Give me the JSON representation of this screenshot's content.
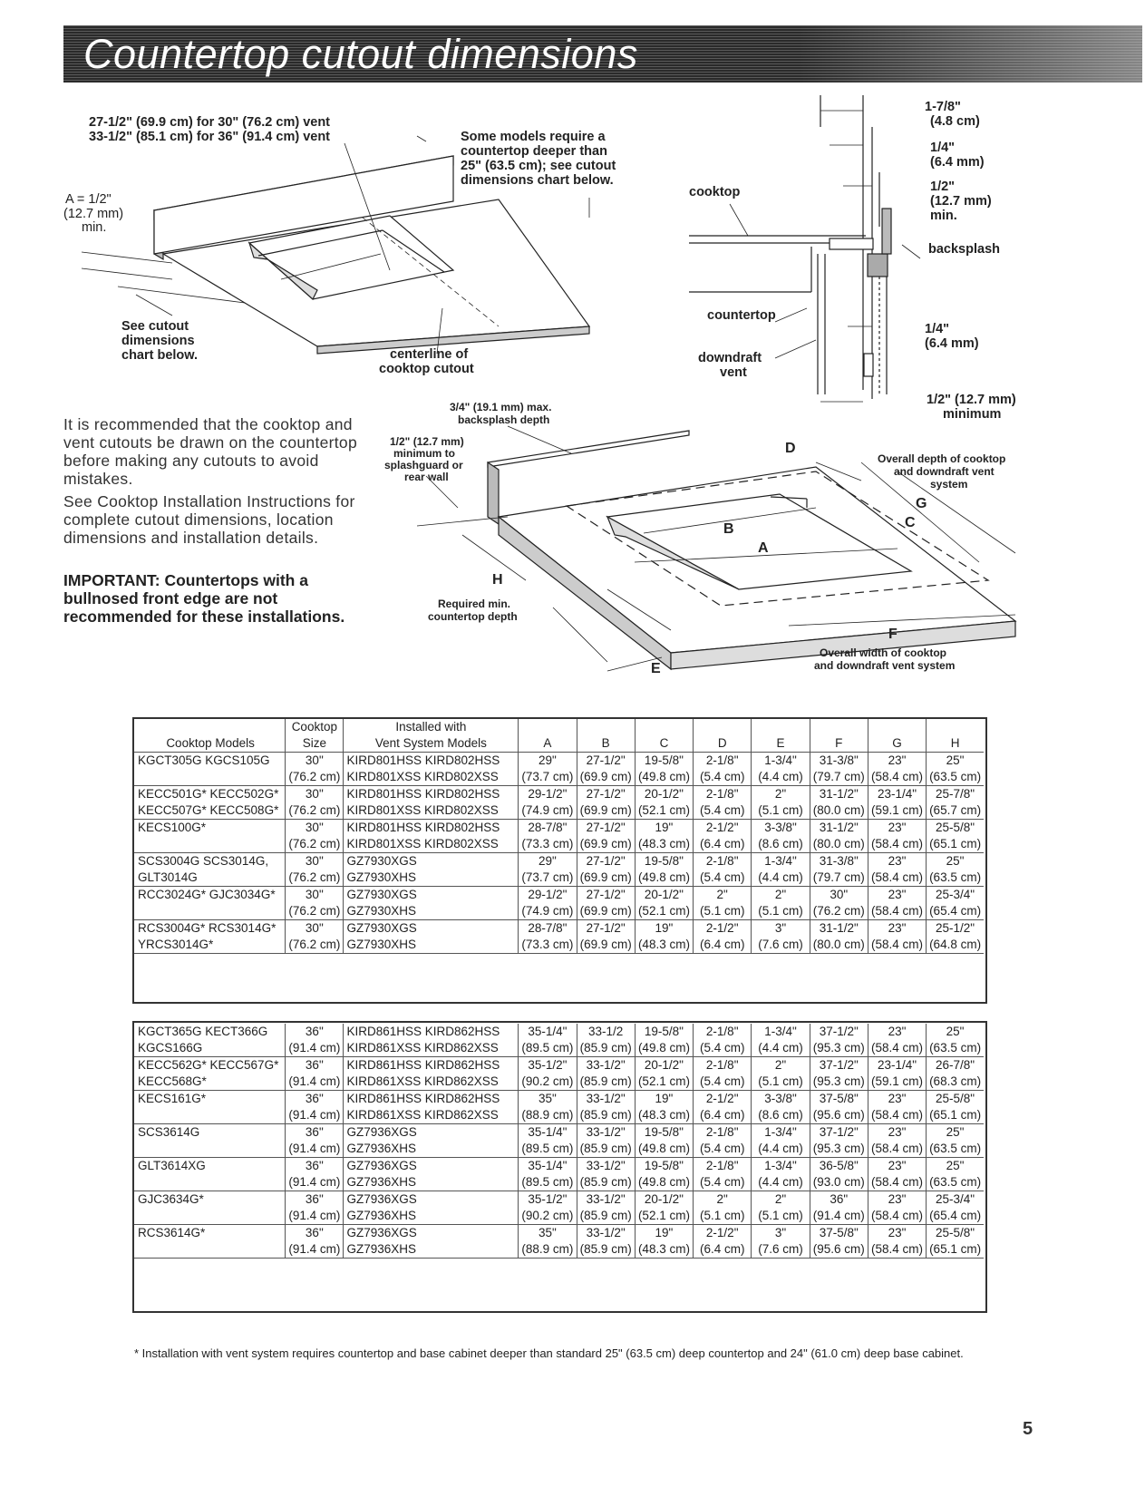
{
  "header": {
    "title": "Countertop cutout dimensions"
  },
  "diagram1": {
    "vent_note_1": "27-1/2\" (69.9 cm) for 30\" (76.2 cm) vent",
    "vent_note_2": "33-1/2\" (85.1 cm) for 36\" (91.4 cm) vent",
    "a_1": "A = 1/2\"",
    "a_2": "(12.7 mm)",
    "a_3": "min.",
    "deep_1": "Some models require a",
    "deep_2": "countertop deeper than",
    "deep_3": "25\" (63.5 cm); see cutout",
    "deep_4": "dimensions chart below.",
    "see_1": "See cutout",
    "see_2": "dimensions",
    "see_3": "chart below.",
    "center_1": "centerline of",
    "center_2": "cooktop cutout"
  },
  "diagram2": {
    "d1_1": "1-7/8\"",
    "d1_2": "(4.8 cm)",
    "d2_1": "1/4\"",
    "d2_2": "(6.4 mm)",
    "d3_1": "1/2\"",
    "d3_2": "(12.7 mm)",
    "d3_3": "min.",
    "cooktop": "cooktop",
    "backsplash": "backsplash",
    "countertop": "countertop",
    "d4_1": "1/4\"",
    "d4_2": "(6.4 mm)",
    "vent_1": "downdraft",
    "vent_2": "vent",
    "d5_1": "1/2\" (12.7 mm)",
    "d5_2": "minimum"
  },
  "text": {
    "recommend": "It is recommended that the cooktop and vent cutouts be drawn on the countertop before making any cutouts to avoid mistakes.",
    "see_instructions": "See Cooktop Installation Instructions for complete cutout dimensions, location dimensions and installation details.",
    "important": "IMPORTANT: Countertops with a bullnosed front edge are not recommended for these installations."
  },
  "diagram3": {
    "bs_1": "3/4\" (19.1 mm) max.",
    "bs_2": "backsplash depth",
    "rear_1": "1/2\" (12.7 mm)",
    "rear_2": "minimum to",
    "rear_3": "splashguard or",
    "rear_4": "rear wall",
    "d": "D",
    "overall_depth_1": "Overall depth of cooktop",
    "overall_depth_2": "and downdraft vent",
    "overall_depth_3": "system",
    "g": "G",
    "c": "C",
    "b": "B",
    "a": "A",
    "h": "H",
    "req_1": "Required min.",
    "req_2": "countertop depth",
    "f": "F",
    "overall_width_1": "Overall width of cooktop",
    "overall_width_2": "and downdraft vent system",
    "e": "E"
  },
  "table": {
    "headers": {
      "models": "Cooktop Models",
      "size_1": "Cooktop",
      "size_2": "Size",
      "inst_1": "Installed with",
      "inst_2": "Vent System Models",
      "cols": [
        "A",
        "B",
        "C",
        "D",
        "E",
        "F",
        "G",
        "H"
      ]
    },
    "group1": [
      {
        "m1": "KGCT305G   KGCS105G",
        "m2": "",
        "s1": "30\"",
        "s2": "(76.2 cm)",
        "v1": "KIRD801HSS   KIRD802HSS",
        "v2": "KIRD801XSS   KIRD802XSS",
        "in": [
          "29\"",
          "27-1/2\"",
          "19-5/8\"",
          "2-1/8\"",
          "1-3/4\"",
          "31-3/8\"",
          "23\"",
          "25\""
        ],
        "cm": [
          "(73.7 cm)",
          "(69.9 cm)",
          "(49.8 cm)",
          "(5.4 cm)",
          "(4.4 cm)",
          "(79.7 cm)",
          "(58.4 cm)",
          "(63.5 cm)"
        ]
      },
      {
        "m1": "KECC501G*  KECC502G*",
        "m2": "KECC507G*  KECC508G*",
        "s1": "30\"",
        "s2": "(76.2 cm)",
        "v1": "KIRD801HSS   KIRD802HSS",
        "v2": "KIRD801XSS   KIRD802XSS",
        "in": [
          "29-1/2\"",
          "27-1/2\"",
          "20-1/2\"",
          "2-1/8\"",
          "2\"",
          "31-1/2\"",
          "23-1/4\"",
          "25-7/8\""
        ],
        "cm": [
          "(74.9 cm)",
          "(69.9 cm)",
          "(52.1 cm)",
          "(5.4 cm)",
          "(5.1 cm)",
          "(80.0 cm)",
          "(59.1 cm)",
          "(65.7 cm)"
        ]
      },
      {
        "m1": "KECS100G*",
        "m2": "",
        "s1": "30\"",
        "s2": "(76.2 cm)",
        "v1": "KIRD801HSS   KIRD802HSS",
        "v2": "KIRD801XSS   KIRD802XSS",
        "in": [
          "28-7/8\"",
          "27-1/2\"",
          "19\"",
          "2-1/2\"",
          "3-3/8\"",
          "31-1/2\"",
          "23\"",
          "25-5/8\""
        ],
        "cm": [
          "(73.3 cm)",
          "(69.9 cm)",
          "(48.3 cm)",
          "(6.4 cm)",
          "(8.6 cm)",
          "(80.0 cm)",
          "(58.4 cm)",
          "(65.1 cm)"
        ]
      },
      {
        "m1": "SCS3004G   SCS3014G,",
        "m2": "GLT3014G",
        "s1": "30\"",
        "s2": "(76.2 cm)",
        "v1": "GZ7930XGS",
        "v2": "GZ7930XHS",
        "in": [
          "29\"",
          "27-1/2\"",
          "19-5/8\"",
          "2-1/8\"",
          "1-3/4\"",
          "31-3/8\"",
          "23\"",
          "25\""
        ],
        "cm": [
          "(73.7 cm)",
          "(69.9 cm)",
          "(49.8 cm)",
          "(5.4 cm)",
          "(4.4 cm)",
          "(79.7 cm)",
          "(58.4 cm)",
          "(63.5 cm)"
        ]
      },
      {
        "m1": "RCC3024G*  GJC3034G*",
        "m2": "",
        "s1": "30\"",
        "s2": "(76.2 cm)",
        "v1": "GZ7930XGS",
        "v2": "GZ7930XHS",
        "in": [
          "29-1/2\"",
          "27-1/2\"",
          "20-1/2\"",
          "2\"",
          "2\"",
          "30\"",
          "23\"",
          "25-3/4\""
        ],
        "cm": [
          "(74.9 cm)",
          "(69.9 cm)",
          "(52.1 cm)",
          "(5.1 cm)",
          "(5.1 cm)",
          "(76.2 cm)",
          "(58.4 cm)",
          "(65.4 cm)"
        ]
      },
      {
        "m1": "RCS3004G*  RCS3014G*",
        "m2": "YRCS3014G*",
        "s1": "30\"",
        "s2": "(76.2 cm)",
        "v1": "GZ7930XGS",
        "v2": "GZ7930XHS",
        "in": [
          "28-7/8\"",
          "27-1/2\"",
          "19\"",
          "2-1/2\"",
          "3\"",
          "31-1/2\"",
          "23\"",
          "25-1/2\""
        ],
        "cm": [
          "(73.3 cm)",
          "(69.9 cm)",
          "(48.3 cm)",
          "(6.4 cm)",
          "(7.6 cm)",
          "(80.0 cm)",
          "(58.4 cm)",
          "(64.8 cm)"
        ]
      }
    ],
    "group2": [
      {
        "m1": "KGCT365G   KECT366G",
        "m2": "KGCS166G",
        "s1": "36\"",
        "s2": "(91.4 cm)",
        "v1": "KIRD861HSS   KIRD862HSS",
        "v2": "KIRD861XSS   KIRD862XSS",
        "in": [
          "35-1/4\"",
          "33-1/2",
          "19-5/8\"",
          "2-1/8\"",
          "1-3/4\"",
          "37-1/2\"",
          "23\"",
          "25\""
        ],
        "cm": [
          "(89.5 cm)",
          "(85.9 cm)",
          "(49.8 cm)",
          "(5.4 cm)",
          "(4.4 cm)",
          "(95.3 cm)",
          "(58.4 cm)",
          "(63.5 cm)"
        ]
      },
      {
        "m1": "KECC562G*  KECC567G*",
        "m2": "KECC568G*",
        "s1": "36\"",
        "s2": "(91.4 cm)",
        "v1": "KIRD861HSS   KIRD862HSS",
        "v2": "KIRD861XSS   KIRD862XSS",
        "in": [
          "35-1/2\"",
          "33-1/2\"",
          "20-1/2\"",
          "2-1/8\"",
          "2\"",
          "37-1/2\"",
          "23-1/4\"",
          "26-7/8\""
        ],
        "cm": [
          "(90.2 cm)",
          "(85.9 cm)",
          "(52.1 cm)",
          "(5.4 cm)",
          "(5.1 cm)",
          "(95.3 cm)",
          "(59.1 cm)",
          "(68.3 cm)"
        ]
      },
      {
        "m1": "KECS161G*",
        "m2": "",
        "s1": "36\"",
        "s2": "(91.4 cm)",
        "v1": "KIRD861HSS   KIRD862HSS",
        "v2": "KIRD861XSS   KIRD862XSS",
        "in": [
          "35\"",
          "33-1/2\"",
          "19\"",
          "2-1/2\"",
          "3-3/8\"",
          "37-5/8\"",
          "23\"",
          "25-5/8\""
        ],
        "cm": [
          "(88.9 cm)",
          "(85.9 cm)",
          "(48.3 cm)",
          "(6.4 cm)",
          "(8.6 cm)",
          "(95.6 cm)",
          "(58.4 cm)",
          "(65.1 cm)"
        ]
      },
      {
        "m1": "SCS3614G",
        "m2": "",
        "s1": "36\"",
        "s2": "(91.4 cm)",
        "v1": "GZ7936XGS",
        "v2": "GZ7936XHS",
        "in": [
          "35-1/4\"",
          "33-1/2\"",
          "19-5/8\"",
          "2-1/8\"",
          "1-3/4\"",
          "37-1/2\"",
          "23\"",
          "25\""
        ],
        "cm": [
          "(89.5 cm)",
          "(85.9 cm)",
          "(49.8 cm)",
          "(5.4 cm)",
          "(4.4 cm)",
          "(95.3 cm)",
          "(58.4 cm)",
          "(63.5 cm)"
        ]
      },
      {
        "m1": "GLT3614XG",
        "m2": "",
        "s1": "36\"",
        "s2": "(91.4 cm)",
        "v1": "GZ7936XGS",
        "v2": "GZ7936XHS",
        "in": [
          "35-1/4\"",
          "33-1/2\"",
          "19-5/8\"",
          "2-1/8\"",
          "1-3/4\"",
          "36-5/8\"",
          "23\"",
          "25\""
        ],
        "cm": [
          "(89.5 cm)",
          "(85.9 cm)",
          "(49.8 cm)",
          "(5.4 cm)",
          "(4.4 cm)",
          "(93.0 cm)",
          "(58.4 cm)",
          "(63.5 cm)"
        ]
      },
      {
        "m1": "GJC3634G*",
        "m2": "",
        "s1": "36\"",
        "s2": "(91.4 cm)",
        "v1": "GZ7936XGS",
        "v2": "GZ7936XHS",
        "in": [
          "35-1/2\"",
          "33-1/2\"",
          "20-1/2\"",
          "2\"",
          "2\"",
          "36\"",
          "23\"",
          "25-3/4\""
        ],
        "cm": [
          "(90.2 cm)",
          "(85.9 cm)",
          "(52.1 cm)",
          "(5.1 cm)",
          "(5.1 cm)",
          "(91.4 cm)",
          "(58.4 cm)",
          "(65.4 cm)"
        ]
      },
      {
        "m1": "RCS3614G*",
        "m2": "",
        "s1": "36\"",
        "s2": "(91.4 cm)",
        "v1": "GZ7936XGS",
        "v2": "GZ7936XHS",
        "in": [
          "35\"",
          "33-1/2\"",
          "19\"",
          "2-1/2\"",
          "3\"",
          "37-5/8\"",
          "23\"",
          "25-5/8\""
        ],
        "cm": [
          "(88.9 cm)",
          "(85.9 cm)",
          "(48.3 cm)",
          "(6.4 cm)",
          "(7.6 cm)",
          "(95.6 cm)",
          "(58.4 cm)",
          "(65.1 cm)"
        ]
      }
    ]
  },
  "footnote": "* Installation with vent system requires countertop and base cabinet deeper than standard 25\" (63.5 cm) deep countertop and 24\" (61.0 cm) deep base cabinet.",
  "page_number": "5"
}
